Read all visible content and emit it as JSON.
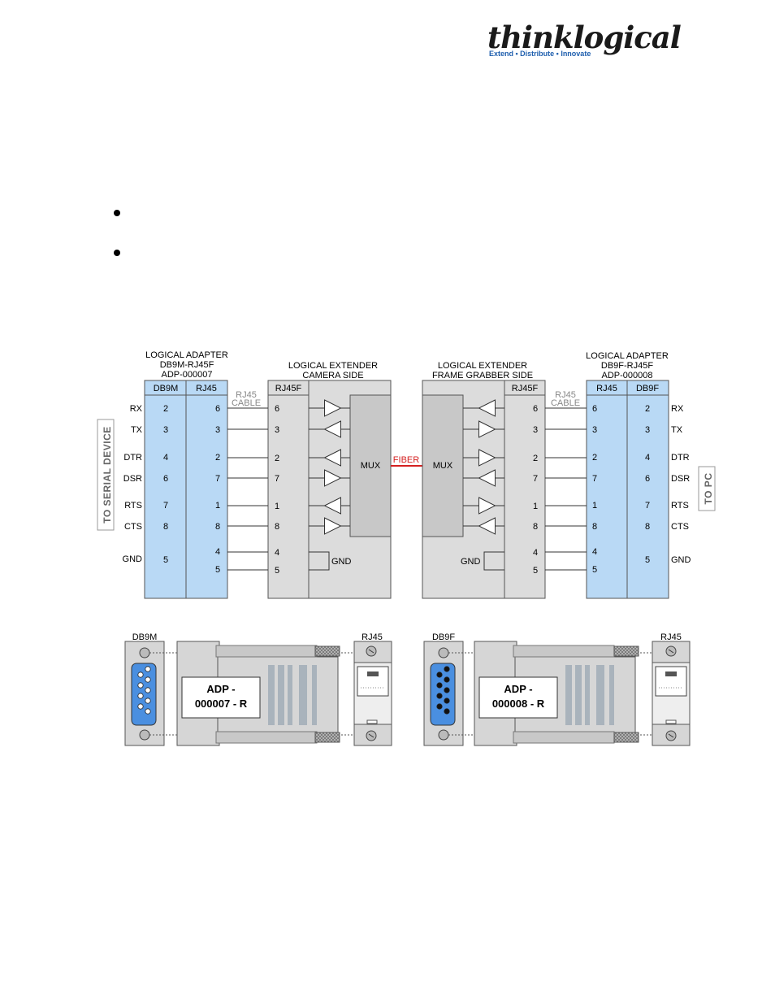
{
  "logo": {
    "wordmark": "thinklogical",
    "tagline": "Extend • Distribute • Innovate"
  },
  "left_adapter": {
    "title": [
      "LOGICAL ADAPTER",
      "DB9M-RJ45F",
      "ADP-000007"
    ],
    "col_a": "DB9M",
    "col_b": "RJ45",
    "rows": [
      {
        "signal": "RX",
        "a": "2",
        "b": "6"
      },
      {
        "signal": "TX",
        "a": "3",
        "b": "3"
      },
      {
        "signal": "DTR",
        "a": "4",
        "b": "2"
      },
      {
        "signal": "DSR",
        "a": "6",
        "b": "7"
      },
      {
        "signal": "RTS",
        "a": "7",
        "b": "1"
      },
      {
        "signal": "CTS",
        "a": "8",
        "b": "8"
      }
    ],
    "gnd": {
      "signal": "GND",
      "a": "5",
      "b": [
        "4",
        "5"
      ]
    },
    "side_label": "TO SERIAL DEVICE"
  },
  "right_adapter": {
    "title": [
      "LOGICAL ADAPTER",
      "DB9F-RJ45F",
      "ADP-000008"
    ],
    "col_a": "RJ45",
    "col_b": "DB9F",
    "rows": [
      {
        "signal": "RX",
        "a": "6",
        "b": "2"
      },
      {
        "signal": "TX",
        "a": "3",
        "b": "3"
      },
      {
        "signal": "DTR",
        "a": "2",
        "b": "4"
      },
      {
        "signal": "DSR",
        "a": "7",
        "b": "6"
      },
      {
        "signal": "RTS",
        "a": "1",
        "b": "7"
      },
      {
        "signal": "CTS",
        "a": "8",
        "b": "8"
      }
    ],
    "gnd": {
      "signal": "GND",
      "a": [
        "4",
        "5"
      ],
      "b": "5"
    },
    "side_label": "TO PC"
  },
  "cable_label": [
    "RJ45",
    "CABLE"
  ],
  "camera_extender": {
    "title": [
      "LOGICAL EXTENDER",
      "CAMERA SIDE"
    ],
    "col": "RJ45F",
    "pins": [
      "6",
      "3",
      "2",
      "7",
      "1",
      "8",
      "4",
      "5"
    ],
    "mux": "MUX",
    "gnd": "GND"
  },
  "grabber_extender": {
    "title": [
      "LOGICAL EXTENDER",
      "FRAME GRABBER SIDE"
    ],
    "col": "RJ45F",
    "pins": [
      "6",
      "3",
      "2",
      "7",
      "1",
      "8",
      "4",
      "5"
    ],
    "mux": "MUX",
    "gnd": "GND"
  },
  "fiber_label": "FIBER",
  "illustrations": {
    "left": {
      "db9": "DB9M",
      "rj45": "RJ45",
      "label": [
        "ADP -",
        "000007 - R"
      ]
    },
    "right": {
      "db9": "DB9F",
      "rj45": "RJ45",
      "label": [
        "ADP -",
        "000008 - R"
      ]
    }
  },
  "colors": {
    "adapter_fill": "#b9d9f5",
    "extender_fill": "#dcdcdc",
    "mux_fill": "#c8c8c8",
    "fiber": "#d42020",
    "logo_blue": "#1f5fae",
    "pin_blue": "#4a8fe0"
  }
}
